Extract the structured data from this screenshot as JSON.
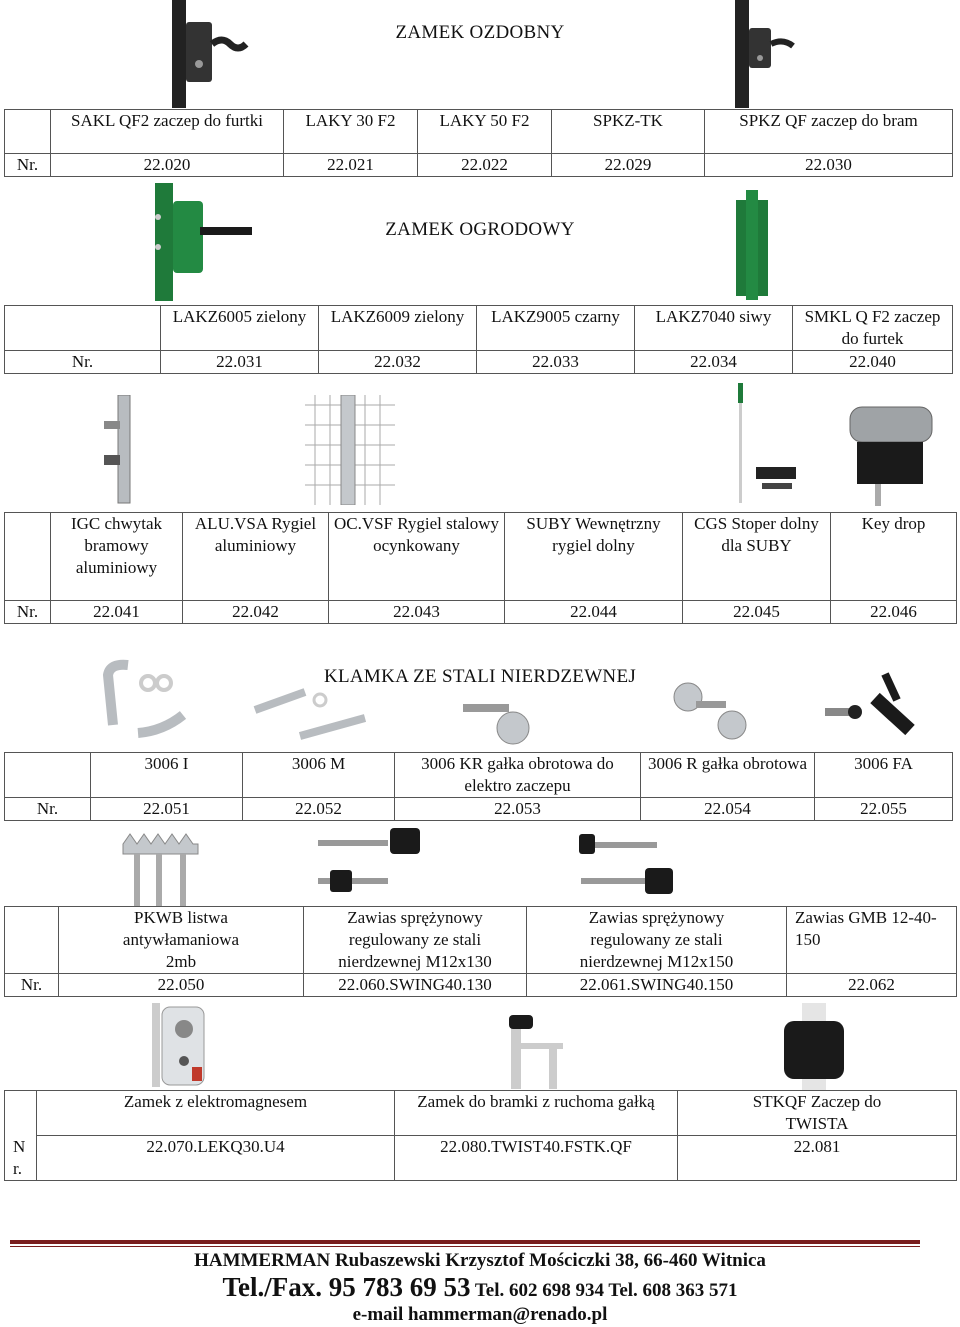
{
  "sections": {
    "zamek_ozdobny": "ZAMEK OZDOBNY",
    "zamek_ogrodowy": "ZAMEK OGRODOWY",
    "klamka": "KLAMKA ZE STALI NIERDZEWNEJ"
  },
  "nr_label": "Nr.",
  "nr_split": [
    "N",
    "r."
  ],
  "table1": {
    "names": [
      "SAKL QF2 zaczep do furtki",
      "LAKY 30 F2",
      "LAKY 50 F2",
      "SPKZ-TK",
      "SPKZ QF zaczep do bram"
    ],
    "codes": [
      "22.020",
      "22.021",
      "22.022",
      "22.029",
      "22.030"
    ]
  },
  "table2": {
    "names": [
      "LAKZ6005 zielony",
      "LAKZ6009 zielony",
      "LAKZ9005 czarny",
      "LAKZ7040 siwy",
      "SMKL Q F2 zaczep do furtek"
    ],
    "codes": [
      "22.031",
      "22.032",
      "22.033",
      "22.034",
      "22.040"
    ]
  },
  "table3": {
    "names": [
      "IGC chwytak bramowy aluminiowy",
      "ALU.VSA Rygiel aluminiowy",
      "OC.VSF Rygiel stalowy ocynkowany",
      "SUBY Wewnętrzny rygiel dolny",
      "CGS Stoper dolny dla SUBY",
      "Key drop"
    ],
    "codes": [
      "22.041",
      "22.042",
      "22.043",
      "22.044",
      "22.045",
      "22.046"
    ]
  },
  "table4": {
    "names": [
      "3006 I",
      "3006 M",
      "3006 KR gałka obrotowa do elektro zaczepu",
      "3006 R gałka obrotowa",
      "3006 FA"
    ],
    "codes": [
      "22.051",
      "22.052",
      "22.053",
      "22.054",
      "22.055"
    ]
  },
  "table5": {
    "names": [
      "PKWB listwa antywłamaniowa 2mb",
      "Zawias sprężynowy regulowany ze stali nierdzewnej M12x130",
      "Zawias sprężynowy regulowany ze stali nierdzewnej M12x150",
      "Zawias GMB 12-40-150"
    ],
    "codes": [
      "22.050",
      "22.060.SWING40.130",
      "22.061.SWING40.150",
      "22.062"
    ]
  },
  "table6": {
    "names": [
      "Zamek z elektromagnesem",
      "Zamek do bramki z ruchoma gałką",
      "STKQF Zaczep do TWISTA"
    ],
    "codes": [
      "22.070.LEKQ30.U4",
      "22.080.TWIST40.FSTK.QF",
      "22.081"
    ]
  },
  "footer": {
    "line1": "HAMMERMAN Rubaszewski Krzysztof  Mościczki 38, 66-460 Witnica",
    "telfax": "Tel./Fax. 95 783 69 53",
    "tel": " Tel. 602 698 934 Tel. 608 363 571",
    "email": "e-mail hammerman@renado.pl"
  },
  "colors": {
    "accent_line": "#7a1e1e",
    "green_product": "#1f7a3a",
    "metal": "#b8bcc0"
  }
}
